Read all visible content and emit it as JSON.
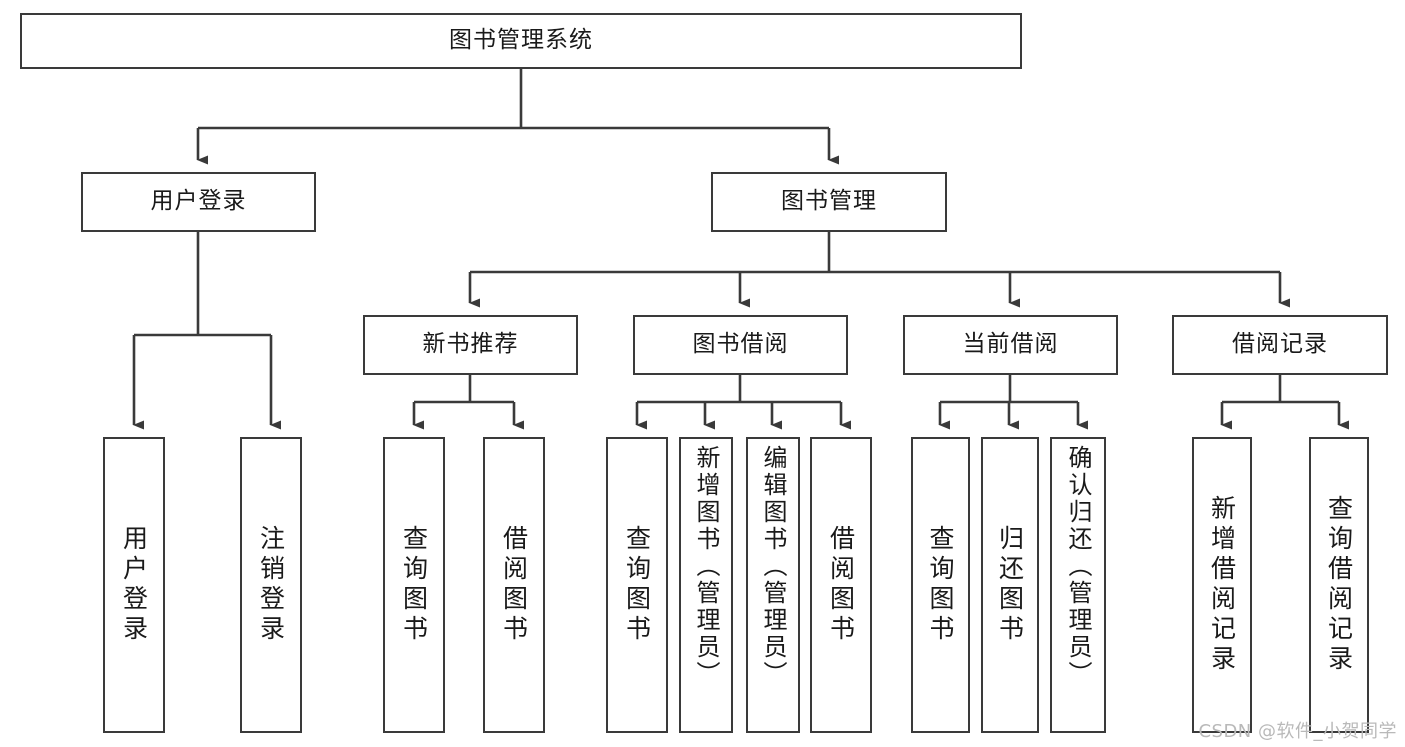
{
  "diagram": {
    "title": "图书管理系统",
    "type": "tree-hierarchy-diagram",
    "watermark": "CSDN @软件_小贺同学",
    "colors": {
      "box_border": "#3a3a3a",
      "box_fill": "#ffffff",
      "connector": "#3a3a3a",
      "text": "#1a1a1a",
      "watermark": "#b9b9b9"
    }
  },
  "nodes": {
    "root": {
      "label": "图书管理系统"
    },
    "tier2": [
      {
        "id": "user-login",
        "label": "用户登录"
      },
      {
        "id": "book-manage",
        "label": "图书管理"
      }
    ],
    "tier3": [
      {
        "id": "new-book-recommend",
        "label": "新书推荐"
      },
      {
        "id": "book-borrow",
        "label": "图书借阅"
      },
      {
        "id": "current-borrow",
        "label": "当前借阅"
      },
      {
        "id": "borrow-record",
        "label": "借阅记录"
      }
    ],
    "leaves": {
      "user_login": [
        {
          "id": "leaf-user-login",
          "label": "用户登录"
        },
        {
          "id": "leaf-logout-login",
          "label": "注销登录"
        }
      ],
      "new_book_recommend": [
        {
          "id": "leaf-query-book-1",
          "label": "查询图书"
        },
        {
          "id": "leaf-borrow-book-1",
          "label": "借阅图书"
        }
      ],
      "book_borrow": [
        {
          "id": "leaf-query-book-2",
          "label": "查询图书"
        },
        {
          "id": "leaf-add-book-admin",
          "label": "新增图书（管理员）"
        },
        {
          "id": "leaf-edit-book-admin",
          "label": "编辑图书（管理员）"
        },
        {
          "id": "leaf-borrow-book-2",
          "label": "借阅图书"
        }
      ],
      "current_borrow": [
        {
          "id": "leaf-query-book-3",
          "label": "查询图书"
        },
        {
          "id": "leaf-return-book",
          "label": "归还图书"
        },
        {
          "id": "leaf-confirm-return-admin",
          "label": "确认归还（管理员）"
        }
      ],
      "borrow_record": [
        {
          "id": "leaf-add-borrow-record",
          "label": "新增借阅记录"
        },
        {
          "id": "leaf-query-borrow-record",
          "label": "查询借阅记录"
        }
      ]
    }
  }
}
